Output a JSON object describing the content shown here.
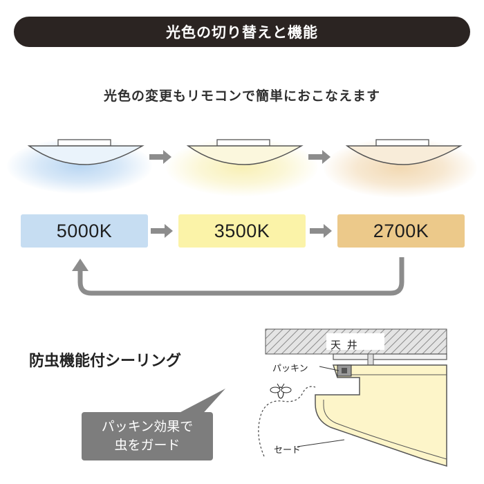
{
  "banner": {
    "title": "光色の切り替えと機能"
  },
  "subtitle": "光色の変更もリモコンで簡単におこなえます",
  "color_temps": [
    {
      "label": "5000K",
      "box_color": "#c6ddf2",
      "glow_color": "#b9d6f2",
      "lamp_tint": "#eaf3fb"
    },
    {
      "label": "3500K",
      "box_color": "#fbf3a8",
      "glow_color": "#f8f0b6",
      "lamp_tint": "#fbf7dd"
    },
    {
      "label": "2700K",
      "box_color": "#ecc98a",
      "glow_color": "#f2d9b3",
      "lamp_tint": "#f8ecd9"
    }
  ],
  "feature": {
    "title": "防虫機能付シーリング",
    "bubble_line1": "パッキン効果で",
    "bubble_line2": "虫をガード",
    "diagram": {
      "ceiling_label": "天 井",
      "packing_label": "パッキン",
      "shade_label": "セード"
    }
  },
  "colors": {
    "arrow": "#8c8c8c",
    "banner_bg": "#2b2422",
    "bubble_bg": "#7d7d7d",
    "shade_fill": "#fdf5c9"
  }
}
